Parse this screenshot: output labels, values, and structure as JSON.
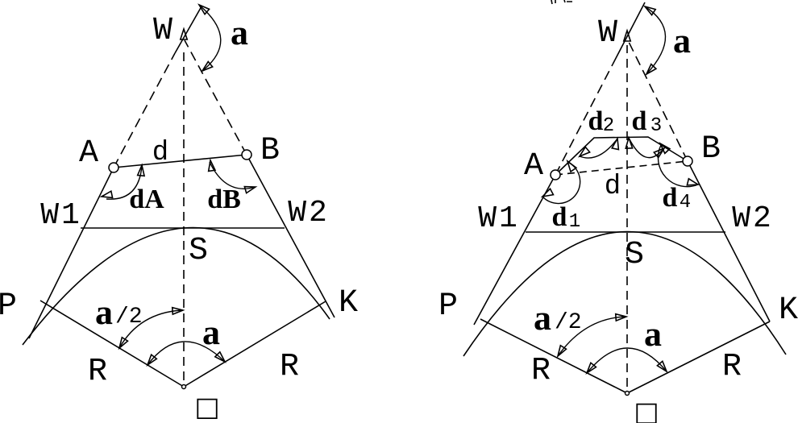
{
  "colors": {
    "background": "#ffffff",
    "ink": "#000000"
  },
  "left_diagram": {
    "W": "W",
    "a": "a",
    "A": "A",
    "B": "B",
    "d": "d",
    "dA": "dA",
    "dB": "dB",
    "W1": "W1",
    "W2": "W2",
    "S": "S",
    "P": "P",
    "K": "K",
    "R1": "R",
    "R2": "R",
    "a_half_base": "a",
    "a_half_slash": "/2",
    "a_central": "a",
    "O": "□"
  },
  "right_diagram": {
    "W": "W",
    "a": "a",
    "A": "A",
    "B": "B",
    "d": "d",
    "d1_base": "d",
    "d1_sub": "1",
    "d2_base": "d",
    "d2_sub": "2",
    "d3_base": "d",
    "d3_sub": "3",
    "d4_base": "d",
    "d4_sub": "4",
    "W1": "W1",
    "W2": "W2",
    "S": "S",
    "P": "P",
    "K": "K",
    "R1": "R",
    "R2": "R",
    "a_half_base": "a",
    "a_half_slash": "/2",
    "a_central": "a",
    "O": "□"
  }
}
